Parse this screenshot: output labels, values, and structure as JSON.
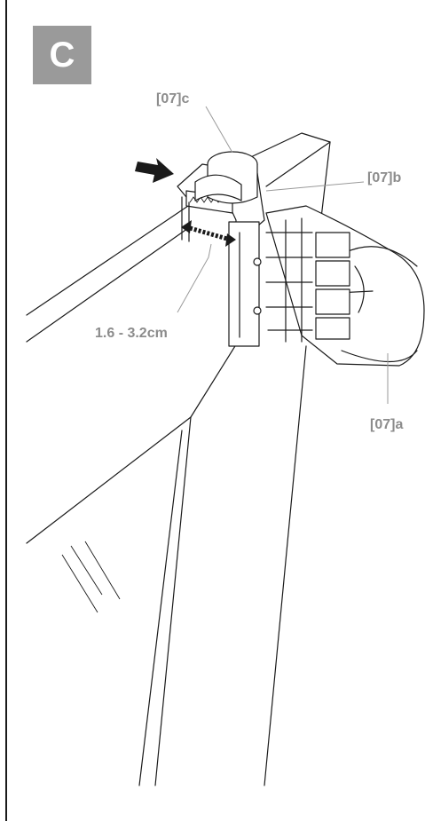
{
  "step": {
    "letter": "C",
    "badge_color": "#9a9a9a"
  },
  "labels": {
    "part_c": "[07]c",
    "part_b": "[07]b",
    "part_a": "[07]a",
    "gap_range": "1.6 - 3.2cm"
  },
  "colors": {
    "label_grey": "#8c8c8c",
    "line": "#1a1a1a"
  },
  "icons": {
    "push_arrow": "right-arrow-icon",
    "adjust_arrow": "double-arrow-icon"
  }
}
